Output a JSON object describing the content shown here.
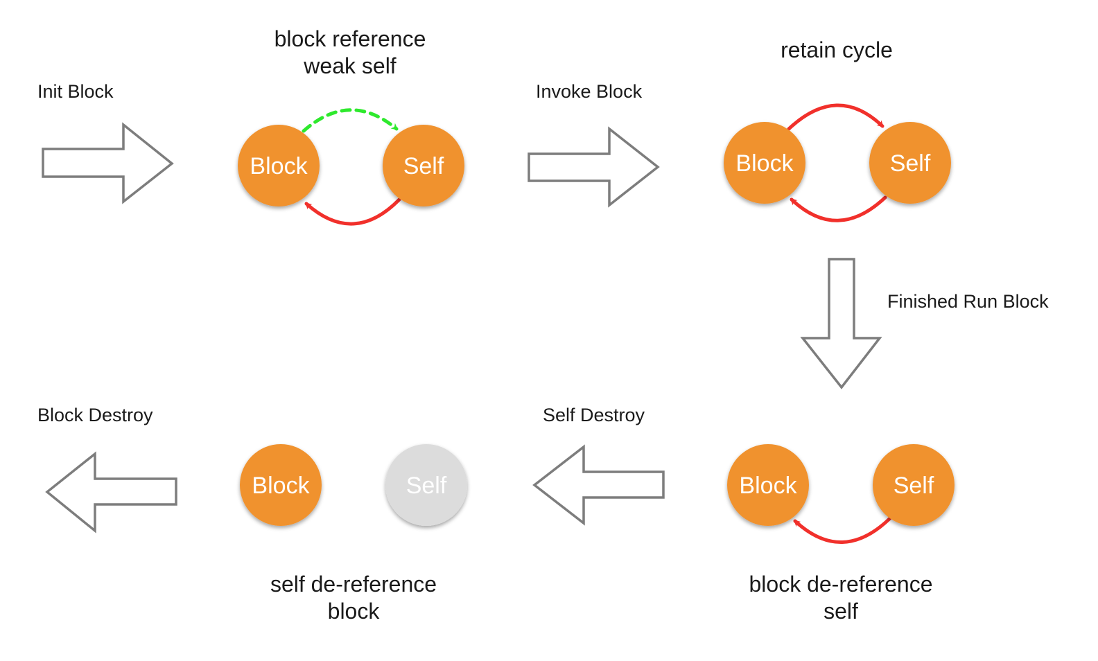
{
  "colors": {
    "node_active": "#f0922f",
    "node_destroyed": "#dcdcdc",
    "strong_reference": "#f1302b",
    "weak_reference": "#2ee92d",
    "flow_arrow_outline": "#7d7d7d"
  },
  "steps": {
    "init_block": "Init Block",
    "invoke_block": "Invoke Block",
    "finished_run_block": "Finished Run Block",
    "self_destroy": "Self Destroy",
    "block_destroy": "Block Destroy"
  },
  "stages": {
    "weak": {
      "caption_line1": "block reference",
      "caption_line2": "weak self",
      "block": "Block",
      "self": "Self"
    },
    "cycle": {
      "caption_line1": "retain cycle",
      "block": "Block",
      "self": "Self"
    },
    "block_deref": {
      "caption_line1": "block de-reference",
      "caption_line2": "self",
      "block": "Block",
      "self": "Self"
    },
    "self_deref": {
      "caption_line1": "self de-reference",
      "caption_line2": "block",
      "block": "Block",
      "self": "Self"
    }
  }
}
